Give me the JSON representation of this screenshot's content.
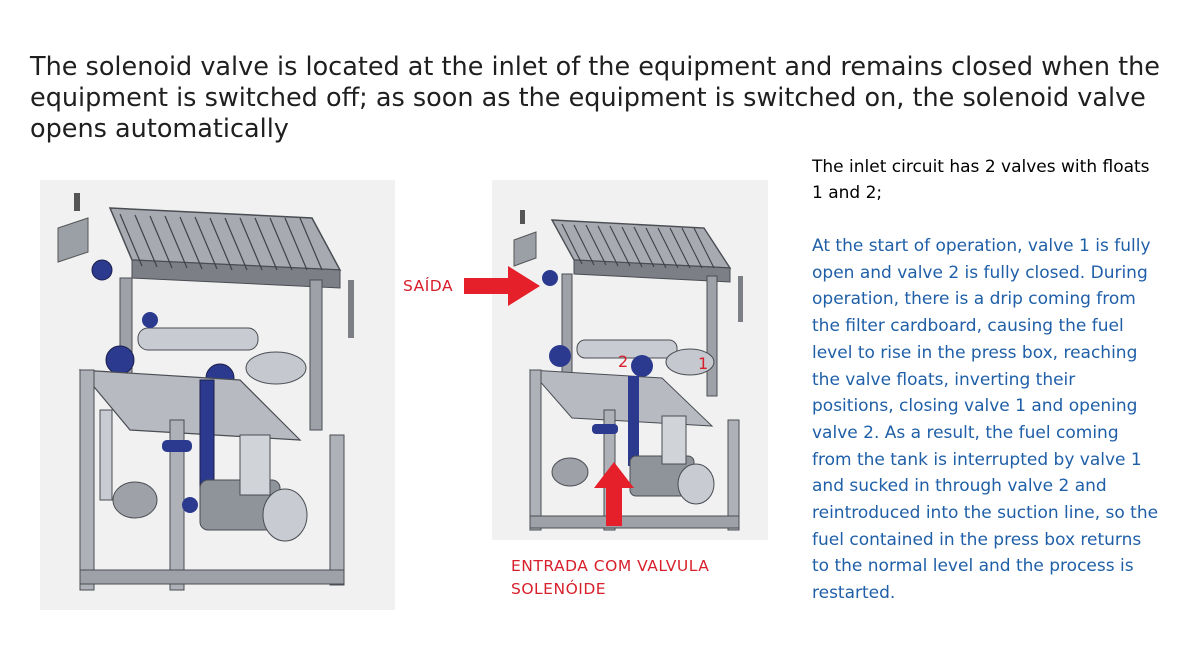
{
  "title": "The solenoid valve is located at the inlet of the equipment and remains closed when the equipment is switched off; as soon as the equipment is switched on, the solenoid valve opens automatically",
  "labels": {
    "outlet": "SAÍDA",
    "inlet": "ENTRADA COM VALVULA SOLENÓIDE",
    "float_1": "1",
    "float_2": "2"
  },
  "side_text": {
    "intro": "The inlet circuit has 2 valves with floats 1 and 2;",
    "description": "At the start of operation, valve 1 is fully open and valve 2 is fully closed. During operation, there is a drip coming from the filter cardboard, causing the fuel level to rise in the press box, reaching the valve floats, inverting their positions, closing valve 1 and opening valve 2. As a result, the fuel coming from the tank is interrupted by valve 1 and sucked in through valve 2 and reintroduced into the suction line, so the fuel contained in the press box returns to the normal level and the process is restarted."
  },
  "colors": {
    "title_text": "#1f1f1f",
    "label_red": "#d8202c",
    "body_blue": "#1f5fa8",
    "pipe_blue": "#2b3a8f",
    "frame_gray": "#8f939a"
  }
}
